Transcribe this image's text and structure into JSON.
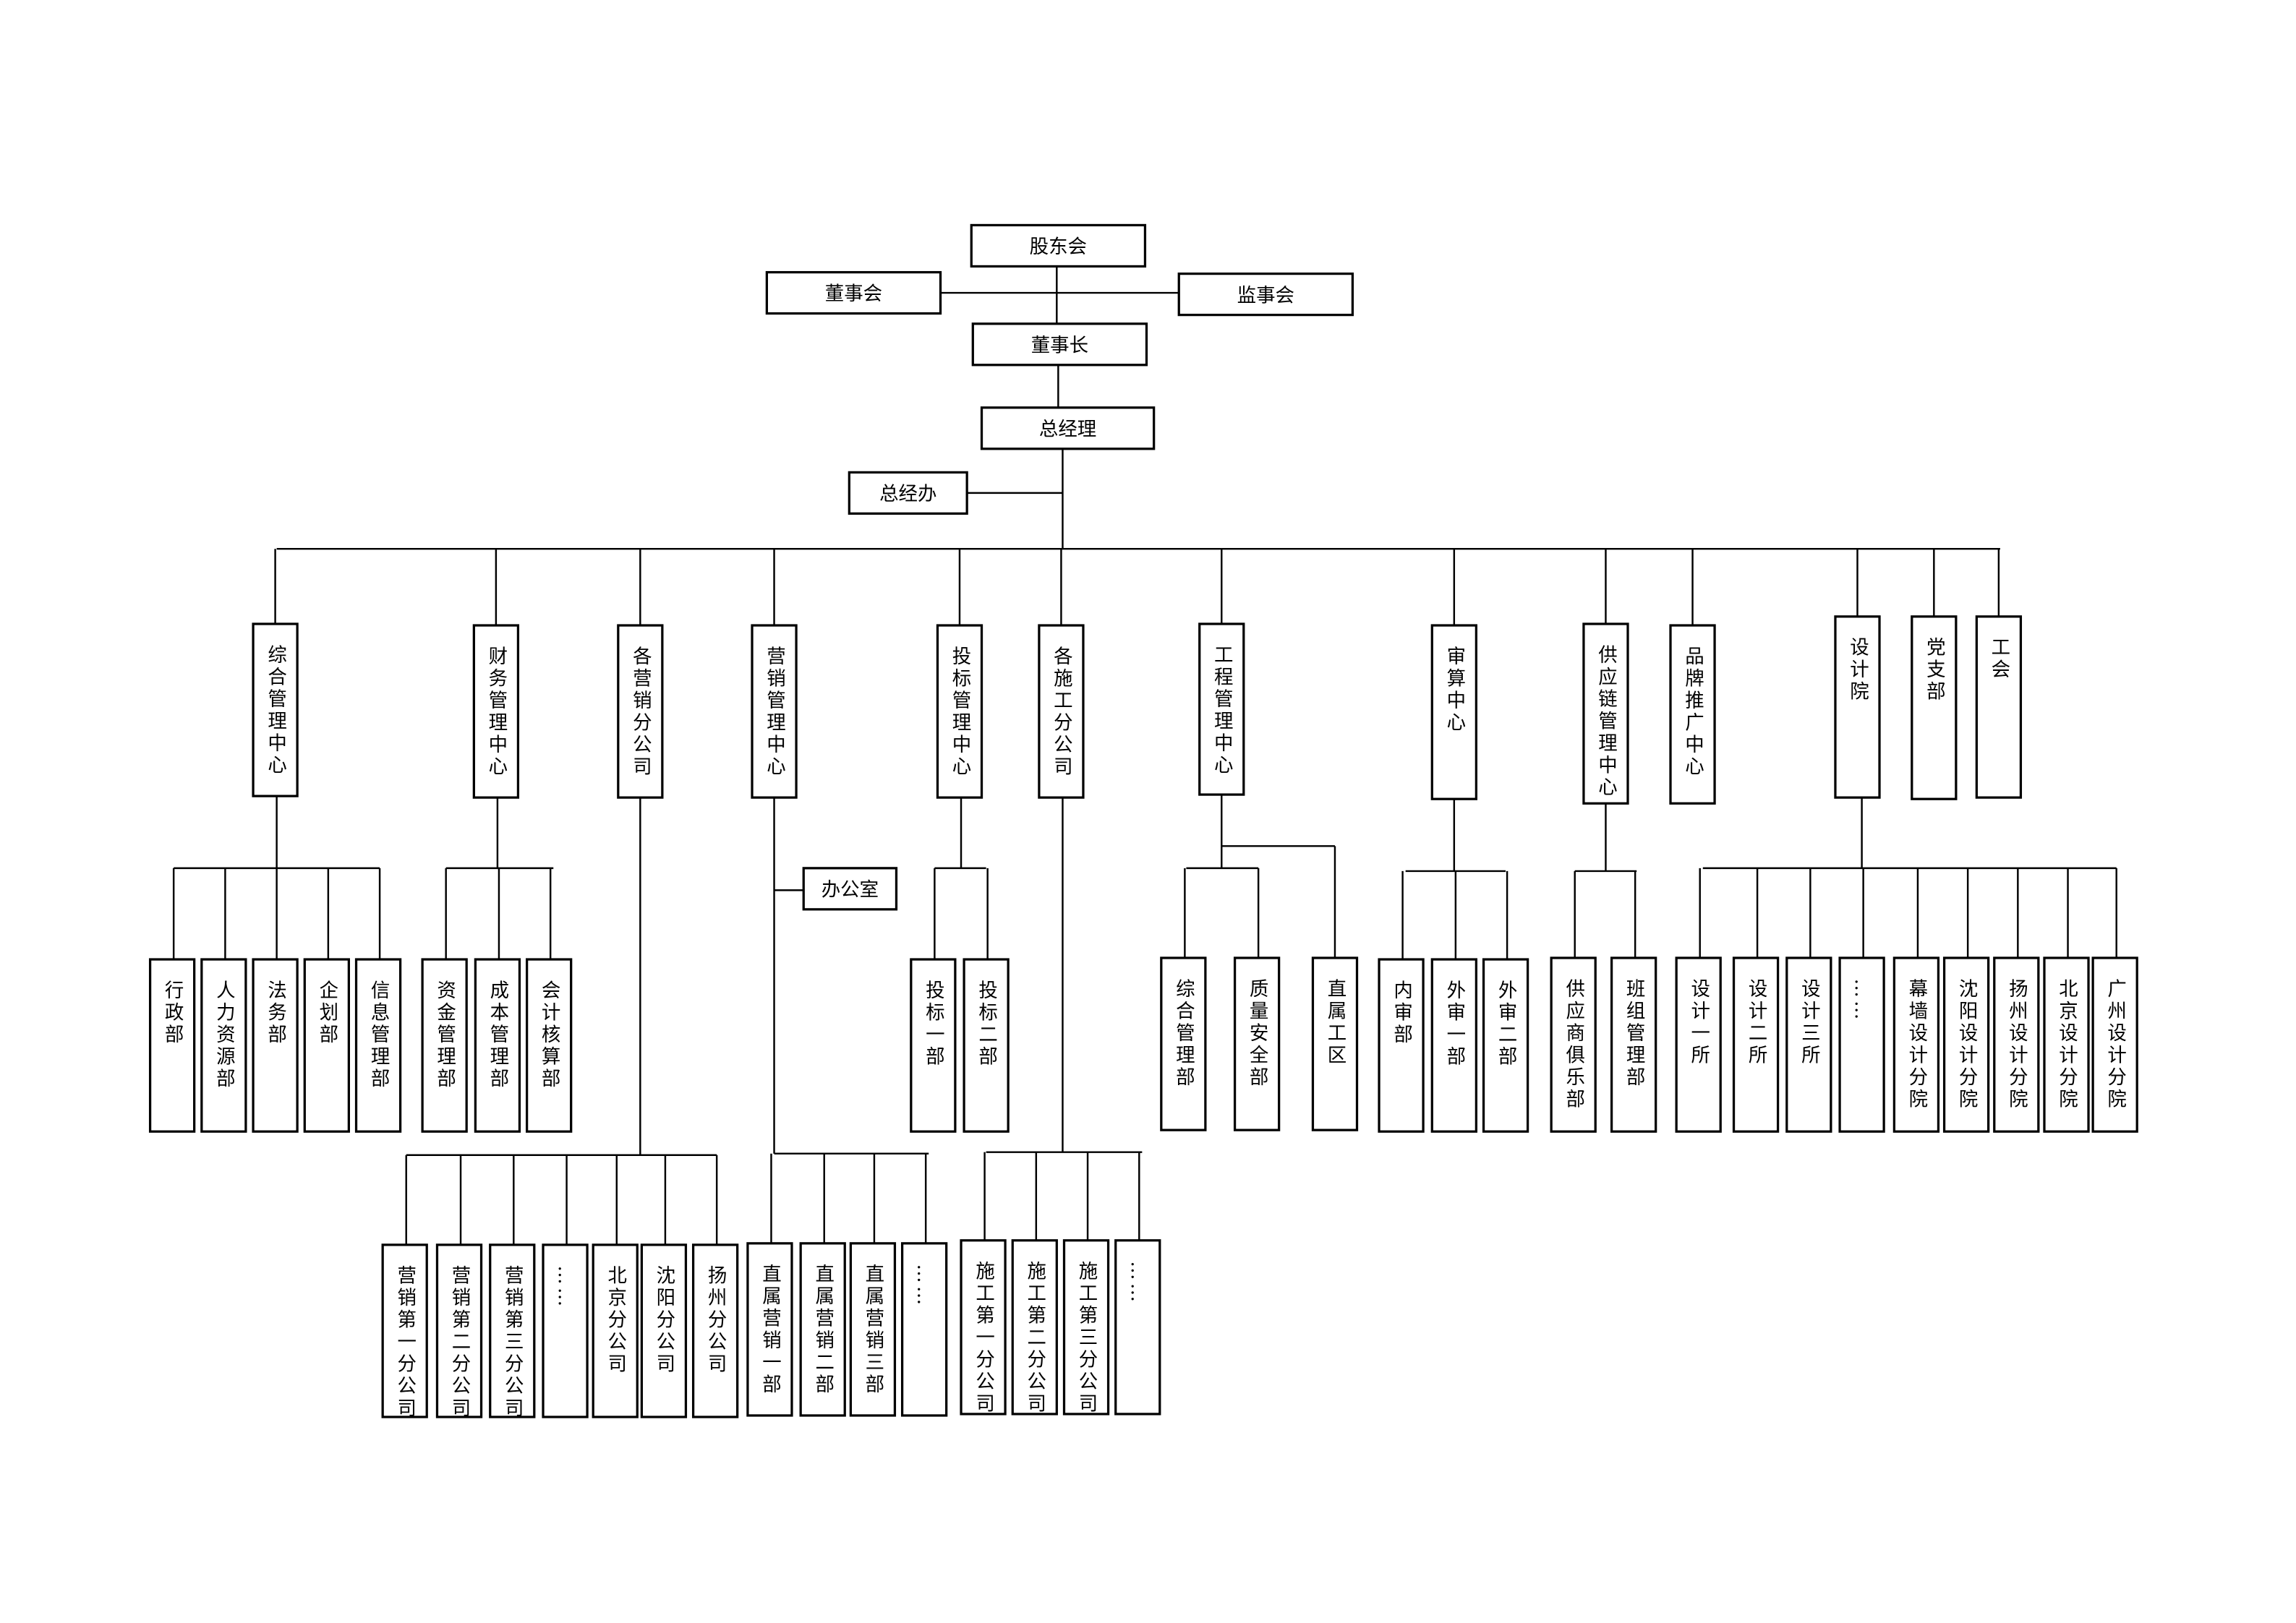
{
  "top": {
    "shareholders": "股东会",
    "board": "董事会",
    "supervisors": "监事会",
    "chairman": "董事长",
    "gm": "总经理",
    "gm_office": "总经办"
  },
  "departments": [
    {
      "label": "综合管理中心",
      "children": [
        "行政部",
        "人力资源部",
        "法务部",
        "企划部",
        "信息管理部"
      ]
    },
    {
      "label": "财务管理中心",
      "children": [
        "资金管理部",
        "成本管理部",
        "会计核算部"
      ]
    },
    {
      "label": "各营销分公司",
      "children": [
        "营销第一分公司",
        "营销第二分公司",
        "营销第三分公司",
        "……",
        "北京分公司",
        "沈阳分公司",
        "扬州分公司"
      ]
    },
    {
      "label": "营销管理中心",
      "office": "办公室",
      "children": [
        "直属营销一部",
        "直属营销二部",
        "直属营销三部",
        "……"
      ]
    },
    {
      "label": "投标管理中心",
      "children": [
        "投标一部",
        "投标二部"
      ]
    },
    {
      "label": "各施工分公司",
      "children": [
        "施工第一分公司",
        "施工第二分公司",
        "施工第三分公司",
        "……"
      ]
    },
    {
      "label": "工程管理中心",
      "children": [
        "综合管理部",
        "质量安全部",
        "直属工区"
      ]
    },
    {
      "label": "审算中心",
      "children": [
        "内审部",
        "外审一部",
        "外审二部"
      ]
    },
    {
      "label": "供应链管理中心",
      "children": [
        "供应商俱乐部",
        "班组管理部"
      ]
    },
    {
      "label": "品牌推广中心",
      "children": []
    },
    {
      "label": "设计院",
      "children": [
        "设计一所",
        "设计二所",
        "设计三所",
        "……",
        "幕墙设计分院",
        "沈阳设计分院",
        "扬州设计分院",
        "北京设计分院",
        "广州设计分院"
      ]
    },
    {
      "label": "党支部",
      "children": []
    },
    {
      "label": "工会",
      "children": []
    }
  ]
}
